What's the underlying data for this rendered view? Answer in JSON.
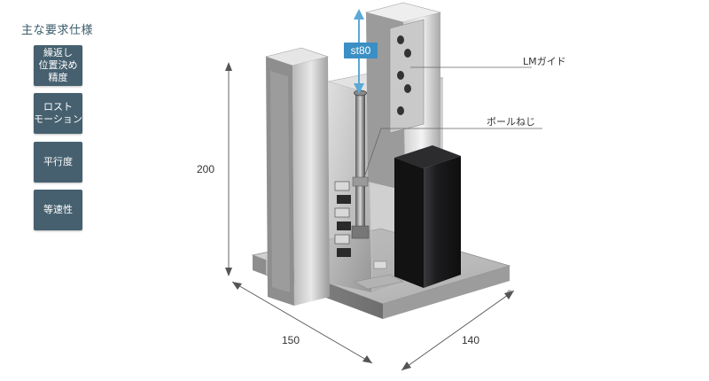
{
  "sidebar": {
    "title": "主な要求仕様",
    "buttons": [
      {
        "label": "繰返し\n位置決め\n精度"
      },
      {
        "label": "ロスト\nモーション"
      },
      {
        "label": "平行度"
      },
      {
        "label": "等速性"
      }
    ]
  },
  "diagram": {
    "stroke_label": "st80",
    "callouts": {
      "lm_guide": "LMガイド",
      "ball_screw": "ボールねじ"
    },
    "dimensions": {
      "height": "200",
      "depth": "150",
      "width": "140"
    },
    "colors": {
      "stroke_badge": "#3b8fc4",
      "stroke_arrow": "#5ba9d6",
      "sidebar_button": "#46606f",
      "motor": "#1c1c1e"
    }
  }
}
